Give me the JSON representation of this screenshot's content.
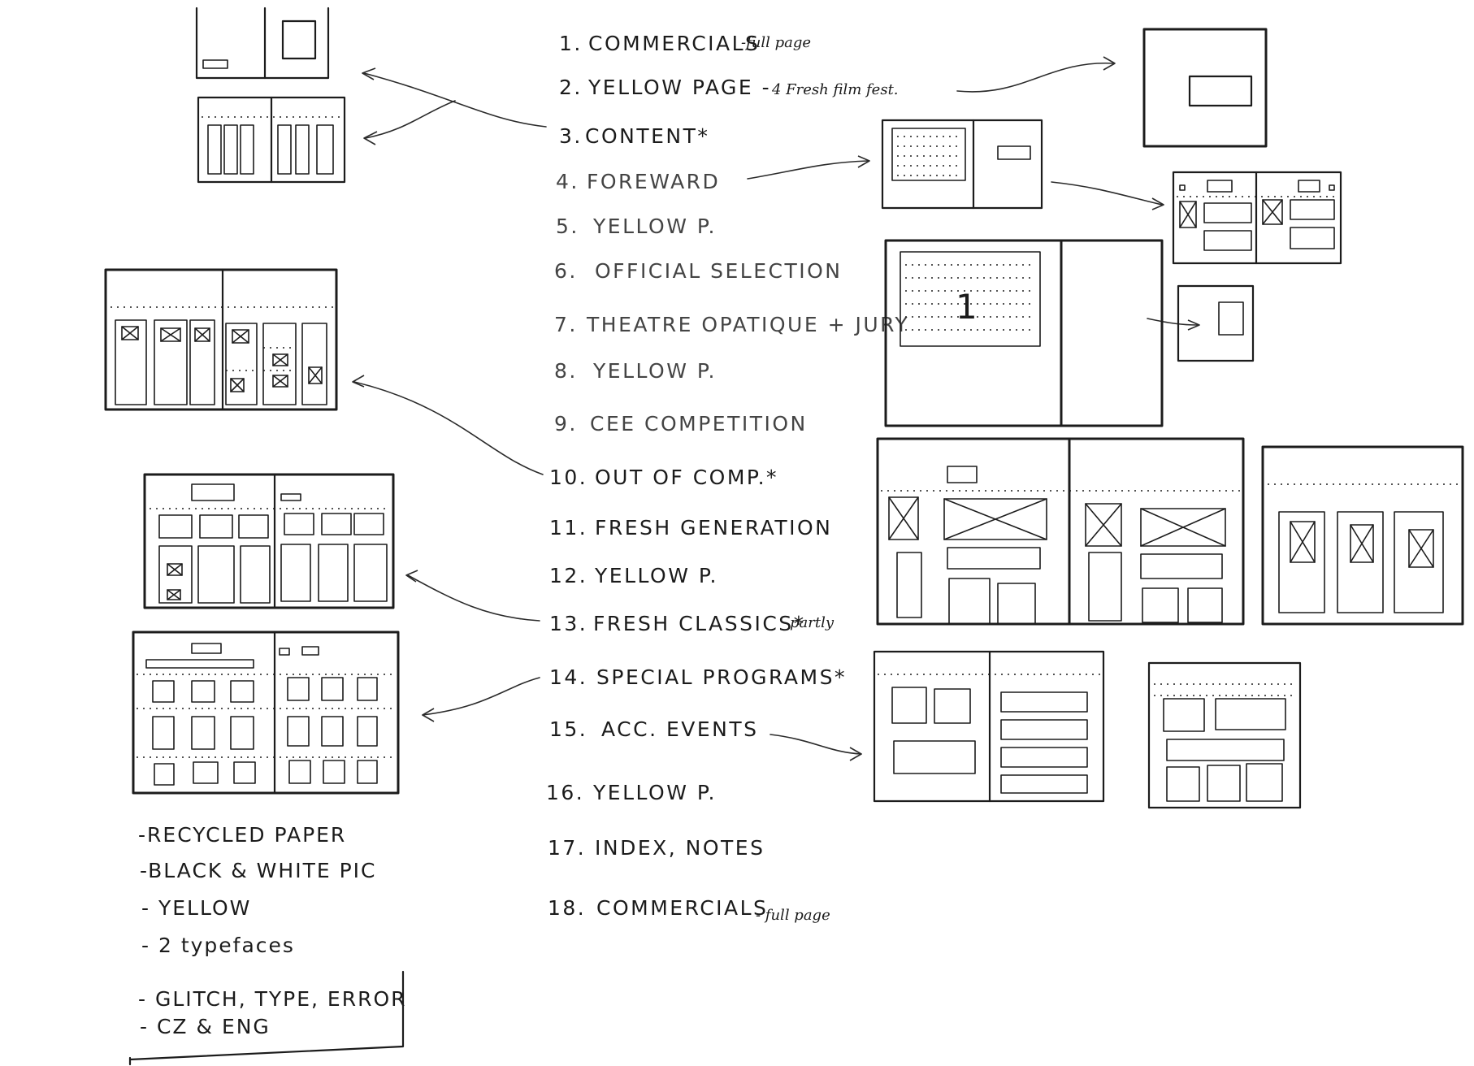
{
  "list": [
    {
      "num": "1.",
      "label": "COMMERCIALS",
      "note": "-full page"
    },
    {
      "num": "2.",
      "label": "YELLOW  PAGE -",
      "note": "4 Fresh film fest."
    },
    {
      "num": "3.",
      "label": "CONTENT*",
      "note": ""
    },
    {
      "num": "4.",
      "label": "FOREWARD",
      "note": ""
    },
    {
      "num": "5.",
      "label": "YELLOW P.",
      "note": ""
    },
    {
      "num": "6.",
      "label": "OFFICIAL SELECTION",
      "note": ""
    },
    {
      "num": "7.",
      "label": "THEATRE OPATIQUE + JURY",
      "note": ""
    },
    {
      "num": "8.",
      "label": "YELLOW P.",
      "note": ""
    },
    {
      "num": "9.",
      "label": "CEE  COMPETITION",
      "note": ""
    },
    {
      "num": "10.",
      "label": "OUT OF COMP.*",
      "note": ""
    },
    {
      "num": "11.",
      "label": "FRESH  GENERATION",
      "note": ""
    },
    {
      "num": "12.",
      "label": "YELLOW P.",
      "note": ""
    },
    {
      "num": "13.",
      "label": "FRESH  CLASSICS*",
      "note": "partly"
    },
    {
      "num": "14.",
      "label": "SPECIAL  PROGRAMS*",
      "note": ""
    },
    {
      "num": "15.",
      "label": "ACC. EVENTS",
      "note": ""
    },
    {
      "num": "16.",
      "label": "YELLOW P.",
      "note": ""
    },
    {
      "num": "17.",
      "label": "INDEX, NOTES",
      "note": ""
    },
    {
      "num": "18.",
      "label": "COMMERCIALS",
      "note": "- full page"
    }
  ],
  "notes": [
    "-RECYCLED PAPER",
    "-BLACK & WHITE PIC",
    "- YELLOW",
    "- 2 typefaces",
    "- GLITCH, TYPE, ERROR",
    "- CZ & ENG"
  ],
  "sketch": {
    "opening_page_number": "1"
  }
}
